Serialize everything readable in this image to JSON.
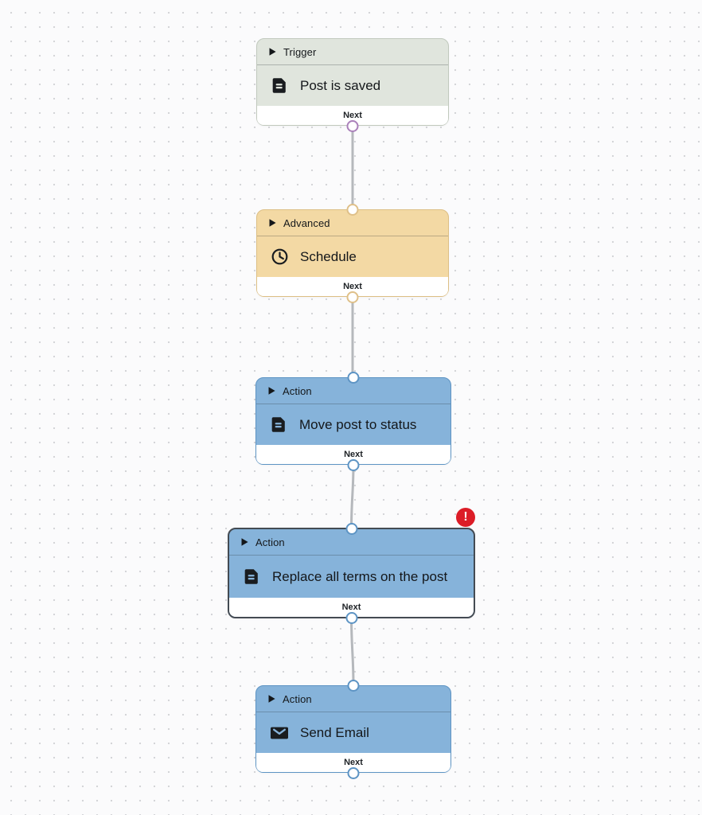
{
  "canvas": {
    "background_color": "#fbfbfc",
    "dot_color": "#d4d5d8",
    "edge_color": "#b5b8bc"
  },
  "badge": {
    "error_glyph": "!",
    "color": "#dc1d27"
  },
  "connector_ring_colors": {
    "trigger": "#aa80ba",
    "advanced": "#dfc089",
    "action": "#5d94c4"
  },
  "nodes": [
    {
      "category": "Trigger",
      "title": "Post is saved",
      "icon": "document-icon",
      "next_label": "Next",
      "type": "trigger",
      "bg": "#e0e5dd",
      "border": "#c1c9bd",
      "selected": false,
      "has_error": false
    },
    {
      "category": "Advanced",
      "title": "Schedule",
      "icon": "clock-icon",
      "next_label": "Next",
      "type": "advanced",
      "bg": "#f3d9a4",
      "border": "#ddbf84",
      "selected": false,
      "has_error": false
    },
    {
      "category": "Action",
      "title": "Move post to status",
      "icon": "document-icon",
      "next_label": "Next",
      "type": "action",
      "bg": "#86b3da",
      "border": "#5d94c4",
      "selected": false,
      "has_error": false
    },
    {
      "category": "Action",
      "title": "Replace all terms on the post",
      "icon": "document-icon",
      "next_label": "Next",
      "type": "action",
      "bg": "#86b3da",
      "border": "#444b53",
      "selected": true,
      "has_error": true
    },
    {
      "category": "Action",
      "title": "Send Email",
      "icon": "email-icon",
      "next_label": "Next",
      "type": "action",
      "bg": "#86b3da",
      "border": "#5d94c4",
      "selected": false,
      "has_error": false
    }
  ],
  "edges": [
    {
      "from": "Post is saved",
      "to": "Schedule"
    },
    {
      "from": "Schedule",
      "to": "Move post to status"
    },
    {
      "from": "Move post to status",
      "to": "Replace all terms on the post"
    },
    {
      "from": "Replace all terms on the post",
      "to": "Send Email"
    }
  ]
}
